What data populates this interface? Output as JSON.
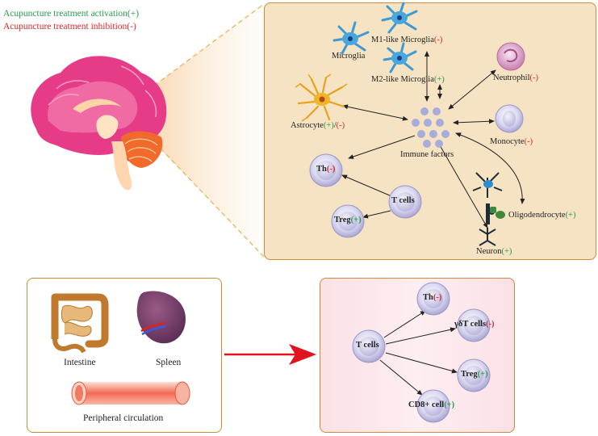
{
  "legend": {
    "activation": "Acupuncture treatment activation(+)",
    "inhibition": "Acupuncture treatment inhibition(-)"
  },
  "colors": {
    "activation": "#2a9a4a",
    "inhibition": "#d42a2a",
    "brain_panel_bg": "#f6e3c3",
    "panel_border": "#d08a3a",
    "arrow_red": "#e0141e"
  },
  "brain_panel": {
    "microglia": "Microglia",
    "m1": {
      "name": "M1-like Microglia",
      "sign": "(-)"
    },
    "m2": {
      "name": "M2-like Microglia",
      "sign": "(+)"
    },
    "neutrophil": {
      "name": "Neutrophil",
      "sign": "(-)"
    },
    "astrocyte": {
      "name": "Astrocyte",
      "sign1": "(+)",
      "sep": "/",
      "sign2": "(-)"
    },
    "immune_factors": "Immune factors",
    "monocyte": {
      "name": "Monocyte",
      "sign": "(-)"
    },
    "th": {
      "name": "Th",
      "sign": "(-)"
    },
    "t_cells": "T cells",
    "treg": {
      "name": "Treg",
      "sign": "(+)"
    },
    "oligodendrocyte": {
      "name": "Oligodendrocyte",
      "sign": "(+)"
    },
    "neuron": {
      "name": "Neuron",
      "sign": "(+)"
    }
  },
  "periphery_panel": {
    "intestine": "Intestine",
    "spleen": "Spleen",
    "circulation": "Peripheral circulation"
  },
  "tcell_panel": {
    "t_cells": "T cells",
    "th": {
      "name": "Th",
      "sign": "(-)"
    },
    "gdt": {
      "name": "γδT cells",
      "sign": "(-)"
    },
    "treg": {
      "name": "Treg",
      "sign": "(+)"
    },
    "cd8": {
      "name": "CD8+ cell",
      "sign": "(+)"
    }
  }
}
